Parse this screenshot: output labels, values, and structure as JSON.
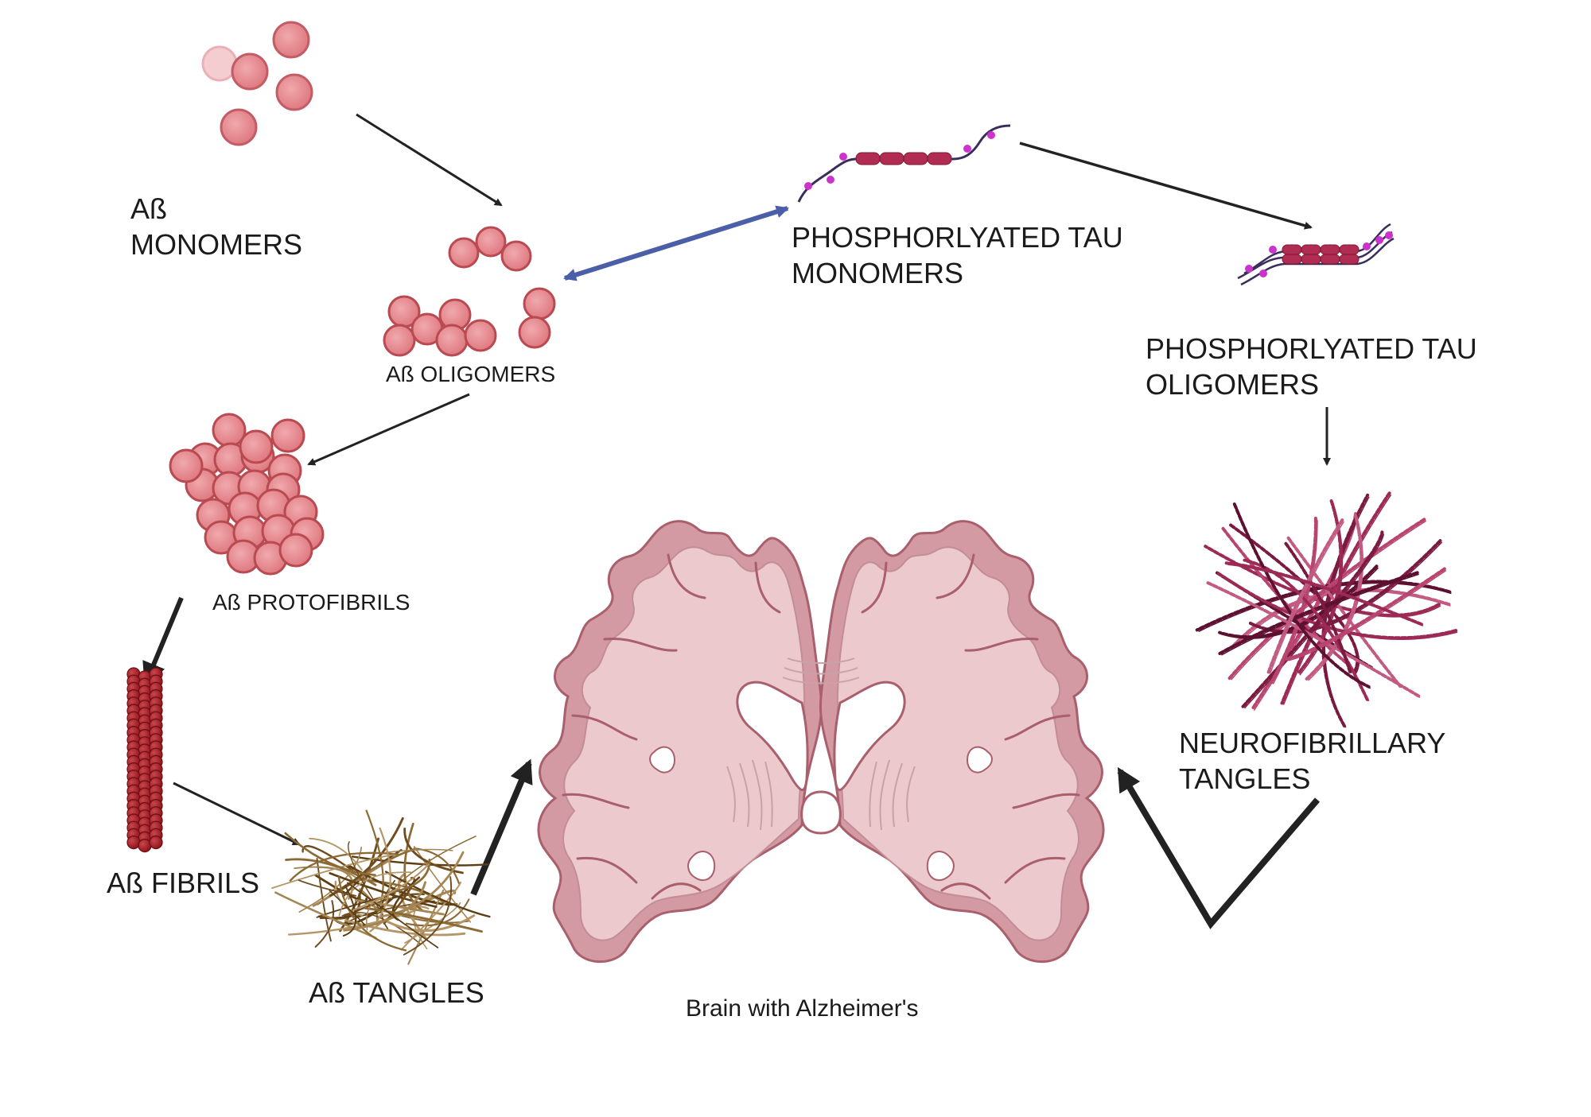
{
  "labels": {
    "ab_monomers": [
      "Aß",
      "MONOMERS"
    ],
    "ab_oligomers": "Aß OLIGOMERS",
    "ab_protofibrils": "Aß PROTOFIBRILS",
    "ab_fibrils": "Aß FIBRILS",
    "ab_tangles": "Aß TANGLES",
    "tau_monomers": [
      "PHOSPHORLYATED TAU",
      "MONOMERS"
    ],
    "tau_oligomers": [
      "PHOSPHORLYATED TAU",
      "OLIGOMERS"
    ],
    "neurofibrillary": [
      "NEUROFIBRILLARY",
      "TANGLES"
    ],
    "brain": "Brain with Alzheimer's"
  },
  "colors": {
    "amyloid_fill": "#e58a8f",
    "amyloid_stroke": "#b94a52",
    "fibril": "#a82128",
    "tau": "#b02c52",
    "phospho_site": "#cc33cc",
    "tau_backbone": "#3a2d5c",
    "tangle_brown": "#8b6a35",
    "nft": "#9c2a55",
    "brain_outer": "#d49aa3",
    "brain_inner": "#ecc9cd",
    "brain_edge": "#b2707c",
    "arrow": "#222222",
    "double_arrow": "#4b5ea8"
  },
  "icons": [
    "amyloid-monomer-cluster-icon",
    "amyloid-oligomer-icon",
    "amyloid-protofibril-icon",
    "amyloid-fibril-icon",
    "amyloid-tangle-icon",
    "tau-monomer-icon",
    "tau-oligomer-icon",
    "neurofibrillary-tangle-icon",
    "brain-coronal-section-icon"
  ]
}
